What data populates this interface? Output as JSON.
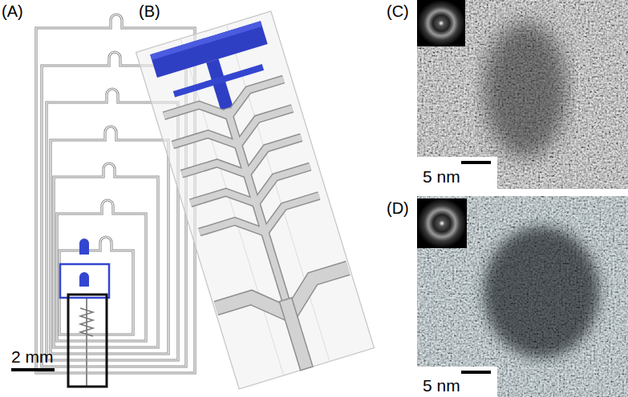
{
  "diagram": {
    "labels": [
      "(A)",
      "(B)",
      "(C)",
      "(D)",
      "2 mm",
      "5 nm",
      "5 nm"
    ]
  }
}
